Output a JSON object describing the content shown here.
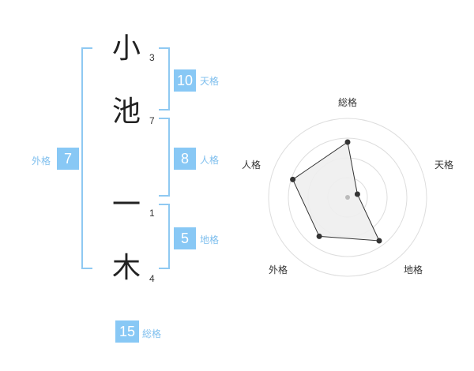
{
  "name": {
    "chars": [
      {
        "char": "小",
        "strokes": "3"
      },
      {
        "char": "池",
        "strokes": "7"
      },
      {
        "char": "一",
        "strokes": "1"
      },
      {
        "char": "木",
        "strokes": "4"
      }
    ]
  },
  "fortunes": {
    "tenkaku": {
      "value": "10",
      "label": "天格"
    },
    "jinkaku": {
      "value": "8",
      "label": "人格"
    },
    "chikaku": {
      "value": "5",
      "label": "地格"
    },
    "gaikaku": {
      "value": "7",
      "label": "外格"
    },
    "soukaku": {
      "value": "15",
      "label": "総格"
    }
  },
  "chart_data": {
    "type": "radar",
    "axes": [
      "総格",
      "天格",
      "地格",
      "外格",
      "人格"
    ],
    "values": [
      0.7,
      0.13,
      0.68,
      0.61,
      0.73
    ],
    "scale_max": 1,
    "rings": 4,
    "colors": {
      "fill": "#eeeeee",
      "stroke": "#333333",
      "grid": "#dddddd",
      "center": "#bbbbbb"
    }
  },
  "theme": {
    "accent": "#88c8f5",
    "bracket": "#8fc9f2"
  }
}
